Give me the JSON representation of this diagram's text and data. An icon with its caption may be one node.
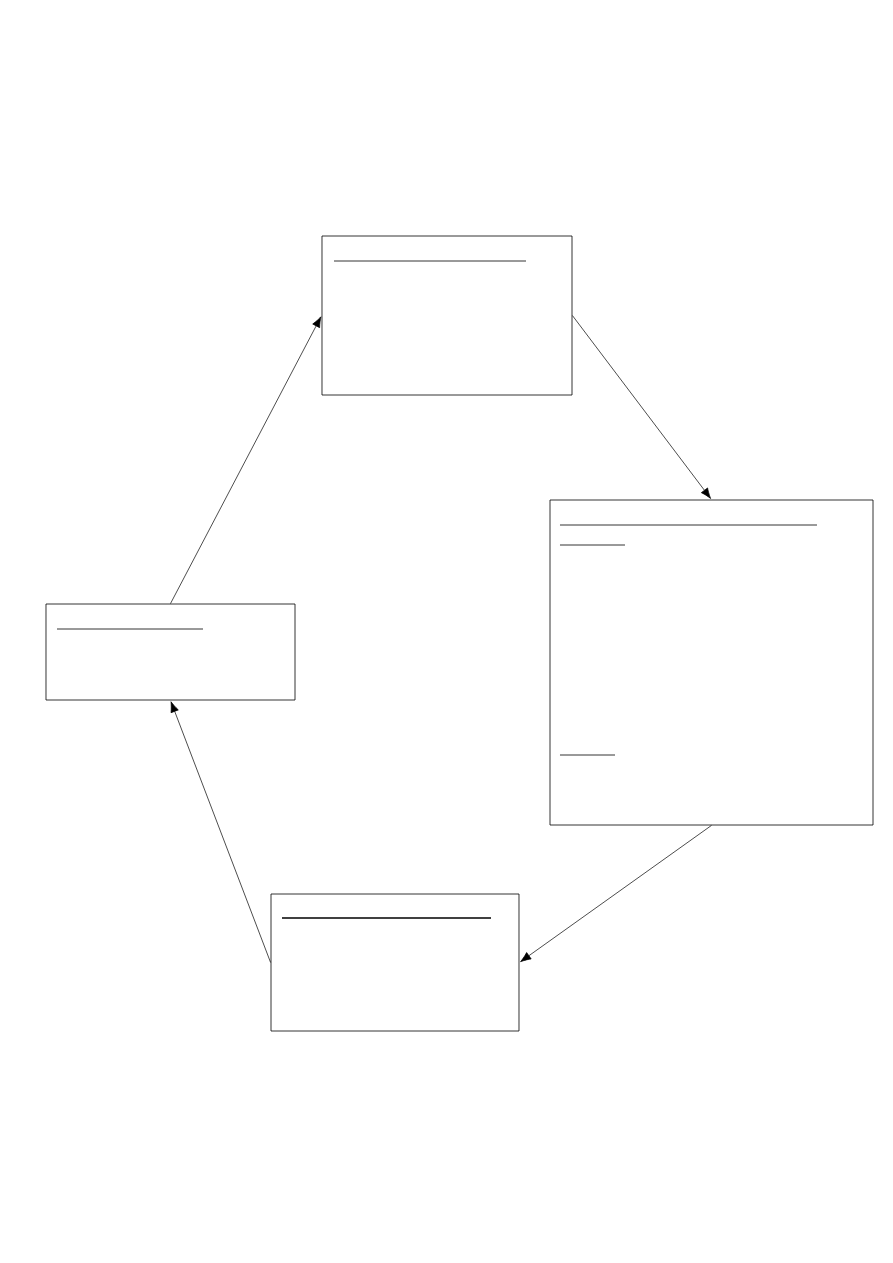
{
  "diagram": {
    "nodes": [
      {
        "text": [],
        "shape": "box"
      },
      {
        "text": [],
        "shape": "box"
      },
      {
        "text": [],
        "shape": "box"
      },
      {
        "text": [],
        "shape": "box"
      }
    ],
    "edges": [
      {
        "from": 0,
        "to": 1,
        "arrow": "to"
      },
      {
        "from": 1,
        "to": 3,
        "arrow": "to"
      },
      {
        "from": 3,
        "to": 2,
        "arrow": "to"
      },
      {
        "from": 2,
        "to": 0,
        "arrow": "to"
      }
    ]
  }
}
